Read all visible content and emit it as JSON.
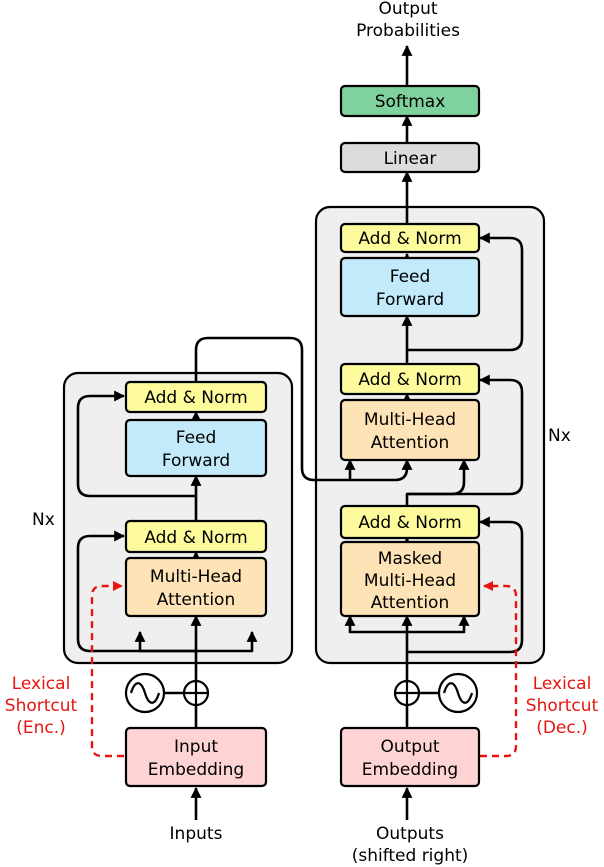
{
  "colors": {
    "add_norm": "#fdfb9c",
    "feed_forward": "#c2eafb",
    "attention": "#fde3b6",
    "embedding": "#fdd3d4",
    "linear": "#dcdcdc",
    "softmax": "#7fd19d",
    "stack_bg": "#efefef",
    "shortcut": "#e8140f"
  },
  "encoder": {
    "repeat": "Nx",
    "add_norm_top": "Add & Norm",
    "feed_forward": [
      "Feed",
      "Forward"
    ],
    "add_norm_bottom": "Add & Norm",
    "attention": [
      "Multi-Head",
      "Attention"
    ],
    "embedding": [
      "Input",
      "Embedding"
    ],
    "input": "Inputs",
    "shortcut": [
      "Lexical",
      "Shortcut",
      "(Enc.)"
    ]
  },
  "decoder": {
    "repeat": "Nx",
    "add_norm_top": "Add & Norm",
    "feed_forward": [
      "Feed",
      "Forward"
    ],
    "add_norm_mid": "Add & Norm",
    "cross_attention": [
      "Multi-Head",
      "Attention"
    ],
    "add_norm_bottom": "Add & Norm",
    "masked_attention": [
      "Masked",
      "Multi-Head",
      "Attention"
    ],
    "embedding": [
      "Output",
      "Embedding"
    ],
    "input": [
      "Outputs",
      "(shifted right)"
    ],
    "shortcut": [
      "Lexical",
      "Shortcut",
      "(Dec.)"
    ]
  },
  "head": {
    "linear": "Linear",
    "softmax": "Softmax",
    "output": [
      "Output",
      "Probabilities"
    ]
  }
}
